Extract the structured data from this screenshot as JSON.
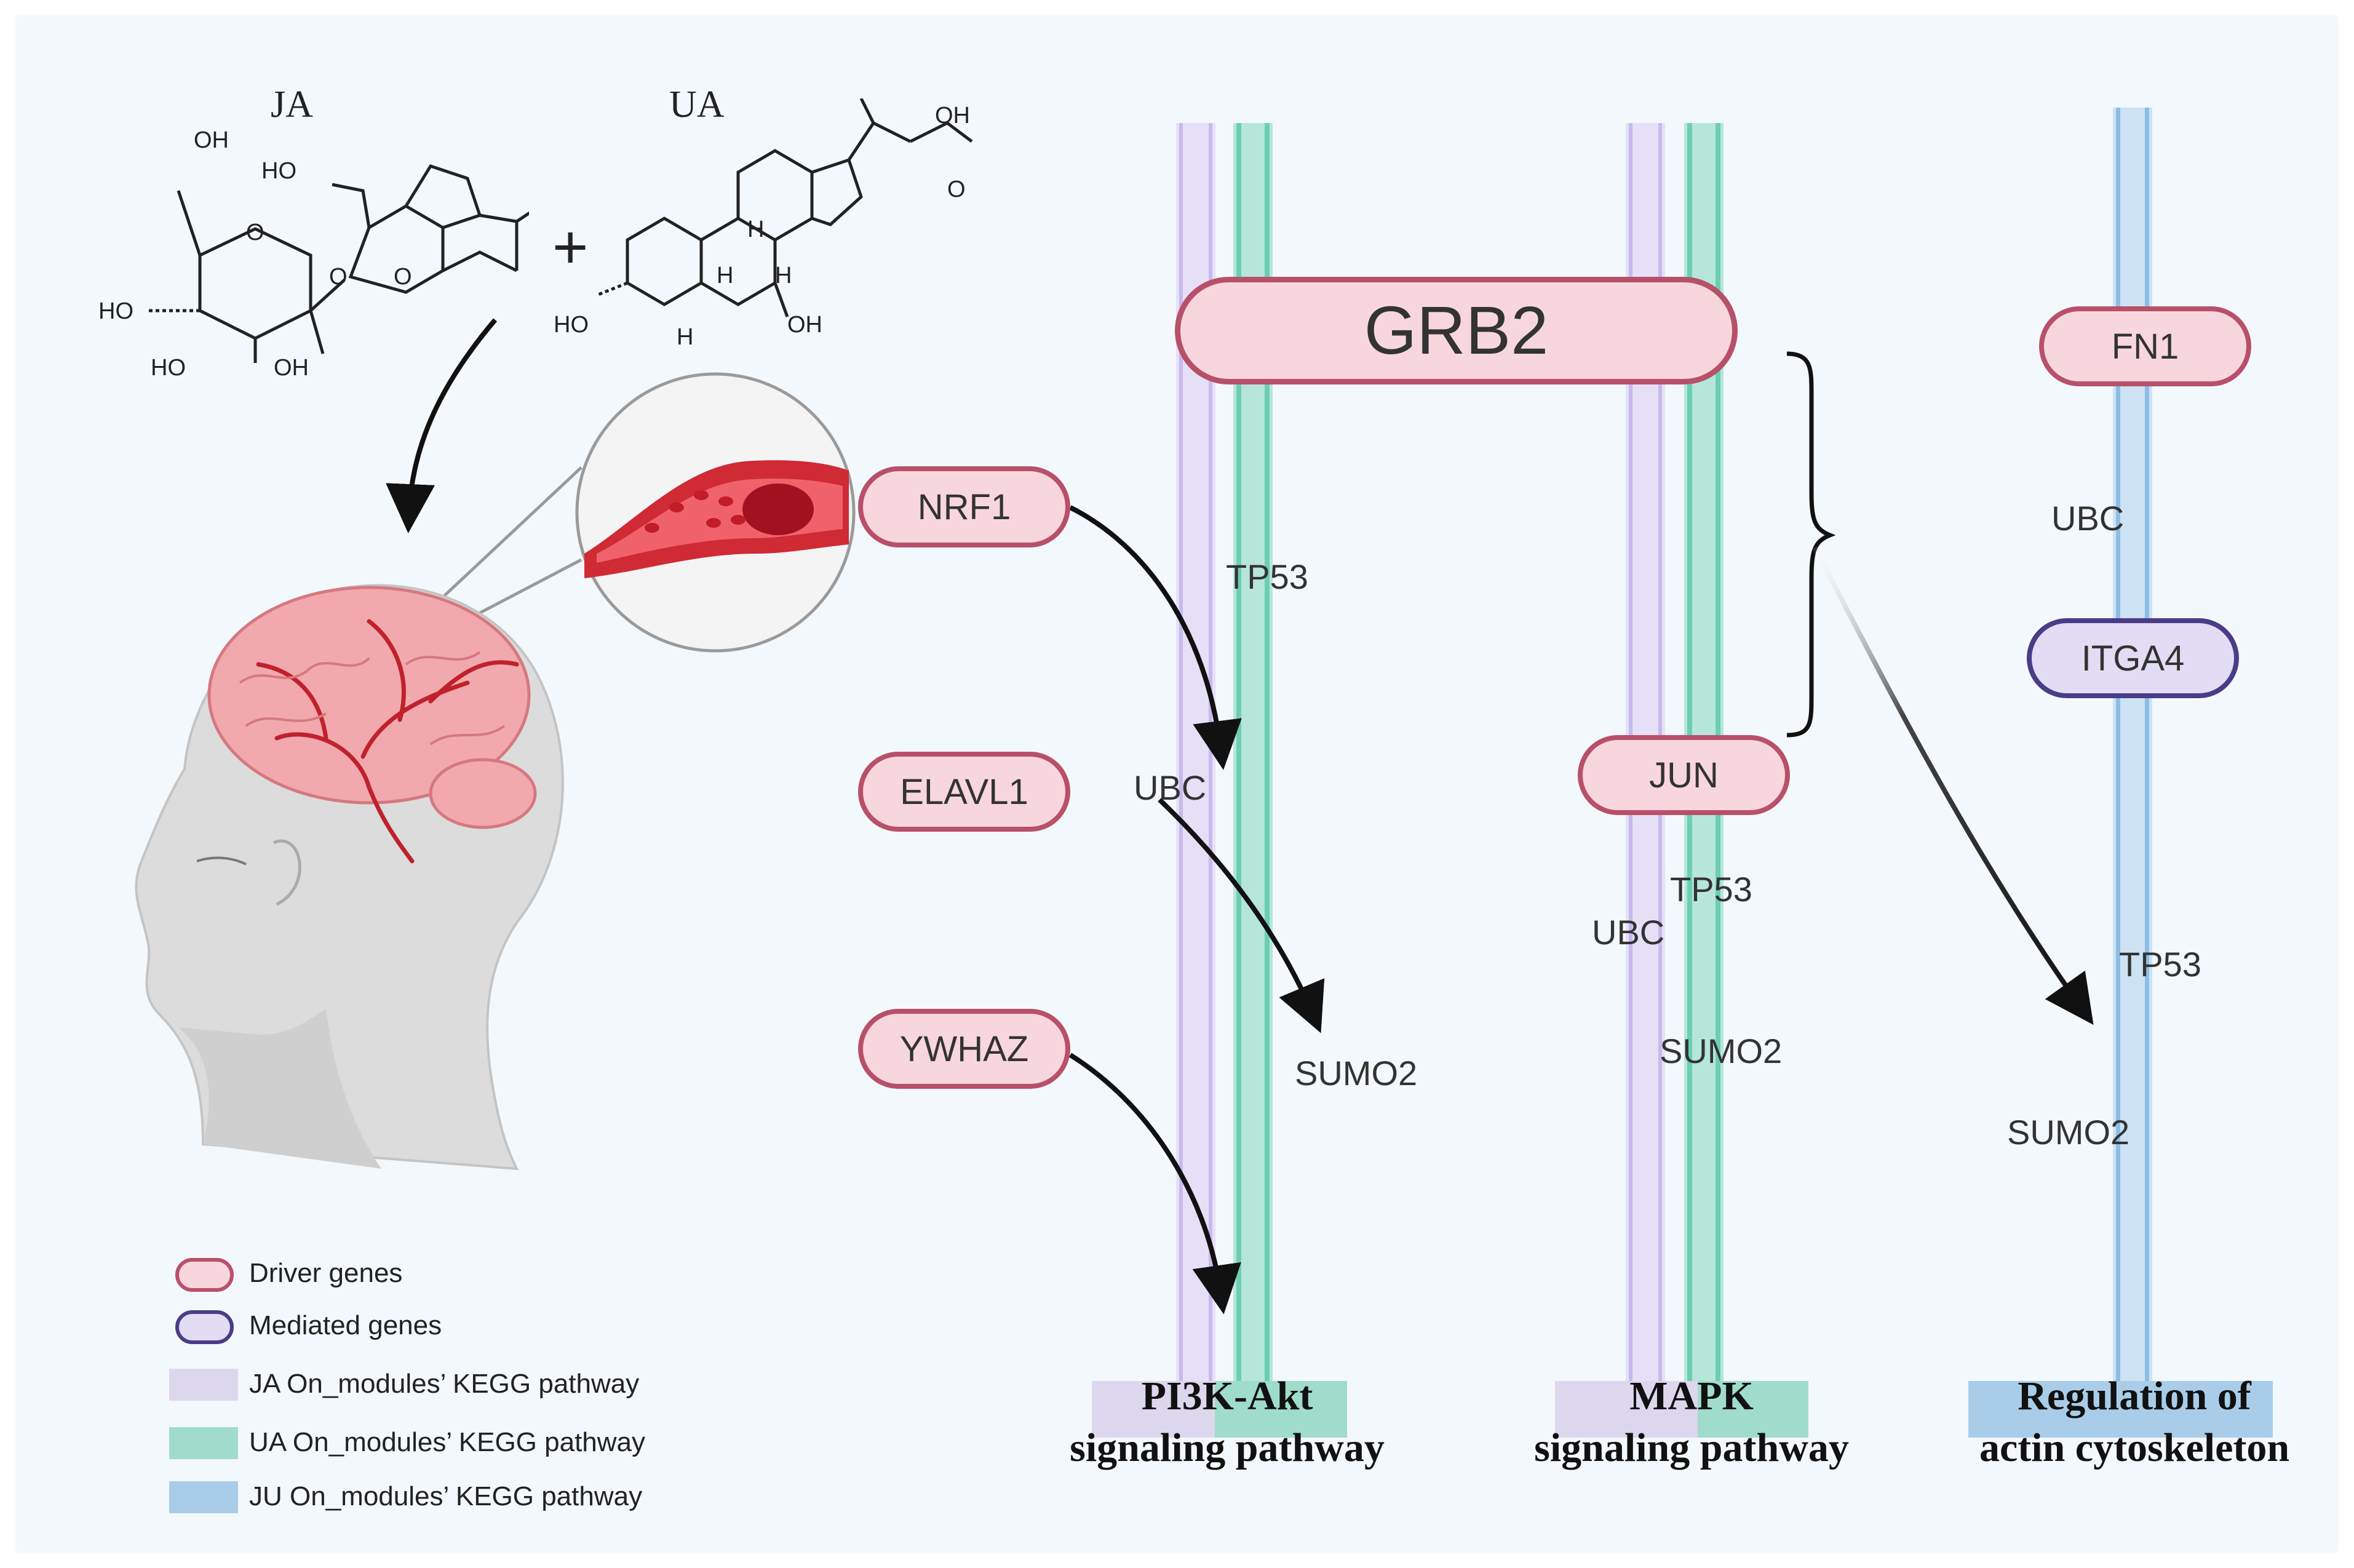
{
  "compounds": {
    "ja_label": "JA",
    "ua_label": "UA",
    "plus": "+"
  },
  "genes": {
    "grb2": "GRB2",
    "nrf1": "NRF1",
    "elavl1": "ELAVL1",
    "ywhaz": "YWHAZ",
    "jun": "JUN",
    "fn1": "FN1",
    "itga4": "ITGA4"
  },
  "labels": {
    "pi3k_tp53": "TP53",
    "pi3k_ubc": "UBC",
    "pi3k_sumo2": "SUMO2",
    "mapk_tp53": "TP53",
    "mapk_ubc": "UBC",
    "mapk_sumo2": "SUMO2",
    "actin_ubc": "UBC",
    "actin_tp53": "TP53",
    "actin_sumo2": "SUMO2"
  },
  "pathways": {
    "pi3k_line1": "PI3K-Akt",
    "pi3k_line2": "signaling pathway",
    "mapk_line1": "MAPK",
    "mapk_line2": "signaling pathway",
    "actin_line1": "Regulation of",
    "actin_line2": "actin cytoskeleton"
  },
  "legend": {
    "driver": "Driver genes",
    "mediated": "Mediated genes",
    "ja": "JA On_modules’ KEGG pathway",
    "ua": "UA On_modules’ KEGG pathway",
    "ju": "JU On_modules’ KEGG pathway"
  },
  "colors": {
    "ja_pathway": "#d8cff0",
    "ua_pathway": "#9fdccb",
    "ju_pathway": "#a9cde8",
    "driver_fill": "#f8d6de",
    "driver_border": "#b8506a",
    "mediated_fill": "#e2dcf4",
    "mediated_border": "#4a3c86"
  },
  "icons": [
    "ja-molecule",
    "ua-molecule",
    "head-with-brain-icon",
    "blood-vessel-clot-icon"
  ]
}
